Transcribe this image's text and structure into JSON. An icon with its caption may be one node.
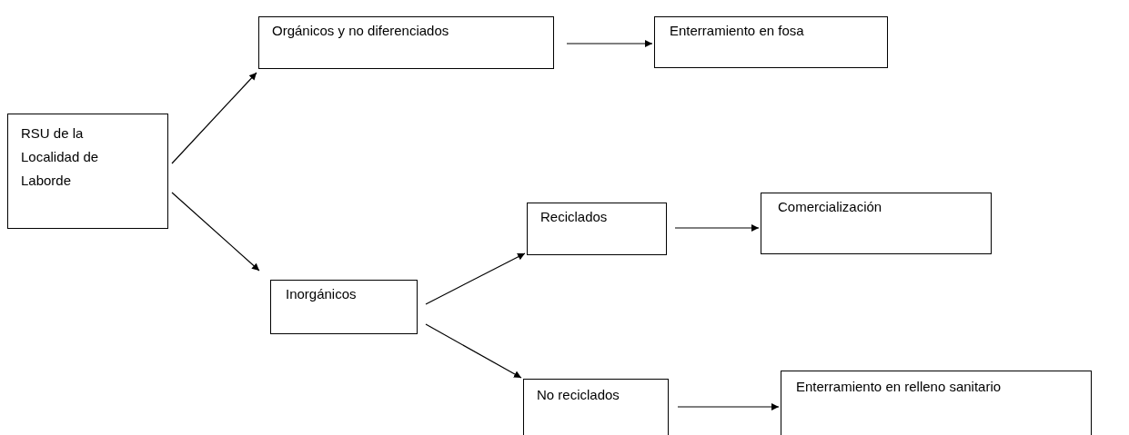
{
  "diagram": {
    "nodes": [
      {
        "text": [
          "RSU de la Localidad de Laborde"
        ]
      },
      {
        "text": [
          "Orgánicos y no diferenciados"
        ]
      },
      {
        "text": [
          "Enterramiento en fosa"
        ]
      },
      {
        "text": [
          "Inorgánicos"
        ]
      },
      {
        "text": [
          "Reciclados"
        ]
      },
      {
        "text": [
          "Comercialización"
        ]
      },
      {
        "text": [
          "No reciclados"
        ]
      },
      {
        "text": [
          "Enterramiento en relleno sanitario"
        ]
      }
    ],
    "edges": [
      {
        "from": 0,
        "to": 1,
        "arrow": "to"
      },
      {
        "from": 0,
        "to": 3,
        "arrow": "to"
      },
      {
        "from": 1,
        "to": 2,
        "arrow": "to"
      },
      {
        "from": 3,
        "to": 4,
        "arrow": "to"
      },
      {
        "from": 3,
        "to": 6,
        "arrow": "to"
      },
      {
        "from": 4,
        "to": 5,
        "arrow": "to"
      },
      {
        "from": 6,
        "to": 7,
        "arrow": "to"
      }
    ]
  }
}
